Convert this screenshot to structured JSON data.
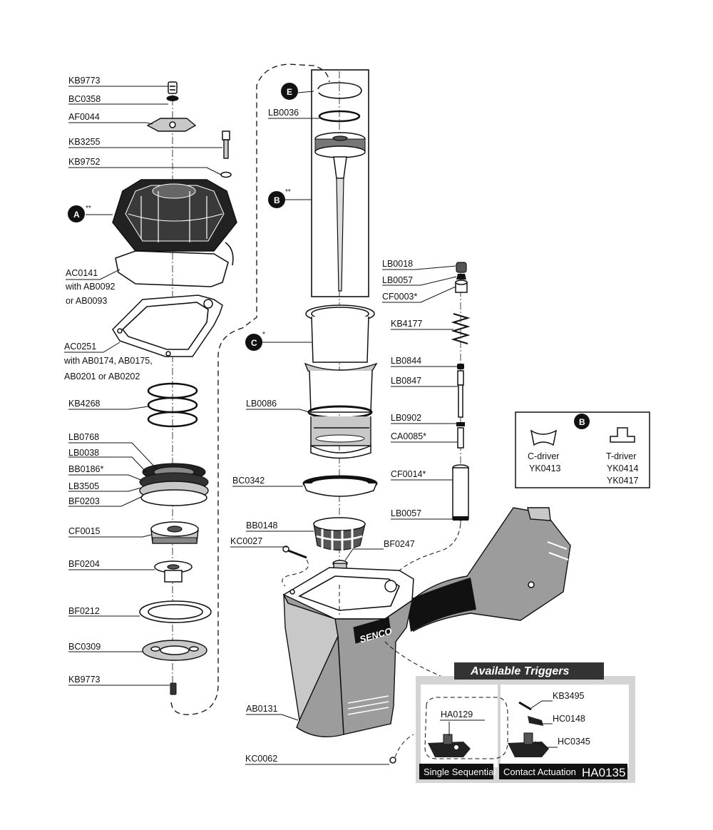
{
  "callouts": {
    "A": "A",
    "B": "B",
    "C": "C",
    "E": "E",
    "double_star": "**",
    "single_star": "*"
  },
  "labels": {
    "KB9773_top": "KB9773",
    "BC0358": "BC0358",
    "AF0044": "AF0044",
    "KB3255": "KB3255",
    "KB9752": "KB9752",
    "AC0141": "AC0141",
    "AC0141_note1": "with AB0092",
    "AC0141_note2": "or AB0093",
    "AC0251": "AC0251",
    "AC0251_note1": "with AB0174, AB0175,",
    "AC0251_note2": "AB0201 or AB0202",
    "KB4268": "KB4268",
    "LB0768": "LB0768",
    "LB0038": "LB0038",
    "BB0186": "BB0186*",
    "LB3505": "LB3505",
    "BF0203": "BF0203",
    "CF0015": "CF0015",
    "BF0204": "BF0204",
    "BF0212": "BF0212",
    "BC0309": "BC0309",
    "KB9773_bottom": "KB9773",
    "LB0036": "LB0036",
    "LB0086": "LB0086",
    "BC0342": "BC0342",
    "BB0148": "BB0148",
    "KC0027": "KC0027",
    "BF0247": "BF0247",
    "AB0131": "AB0131",
    "KC0062": "KC0062",
    "LB0018": "LB0018",
    "LB0057_top": "LB0057",
    "CF0003": "CF0003*",
    "KB4177": "KB4177",
    "LB0844": "LB0844",
    "LB0847": "LB0847",
    "LB0902": "LB0902",
    "CA0085": "CA0085*",
    "CF0014": "CF0014*",
    "LB0057_bottom": "LB0057"
  },
  "driver_box": {
    "badge": "B",
    "c_driver_label": "C-driver",
    "c_driver_code": "YK0413",
    "t_driver_label": "T-driver",
    "t_driver_code1": "YK0414",
    "t_driver_code2": "YK0417"
  },
  "triggers": {
    "title": "Available Triggers",
    "HA0129": "HA0129",
    "KB3495": "KB3495",
    "HC0148": "HC0148",
    "HC0345": "HC0345",
    "single_caption": "Single Sequential",
    "contact_caption": "Contact Actuation",
    "contact_code": "HA0135"
  },
  "brand": {
    "logo_text": "SENCO"
  }
}
